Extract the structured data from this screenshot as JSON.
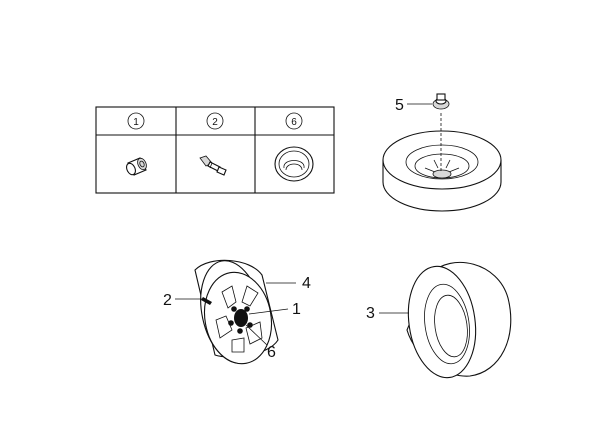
{
  "legend_table": {
    "headers": [
      "1",
      "2",
      "6"
    ],
    "cells": [
      {
        "part": "lug-nut-icon"
      },
      {
        "part": "valve-stem-icon"
      },
      {
        "part": "center-cap-icon"
      }
    ]
  },
  "callouts": {
    "c1": "1",
    "c2": "2",
    "c3": "3",
    "c4": "4",
    "c5": "5",
    "c6": "6"
  },
  "colors": {
    "line": "#111111",
    "background": "#ffffff",
    "shade": "#d8d8d8"
  }
}
